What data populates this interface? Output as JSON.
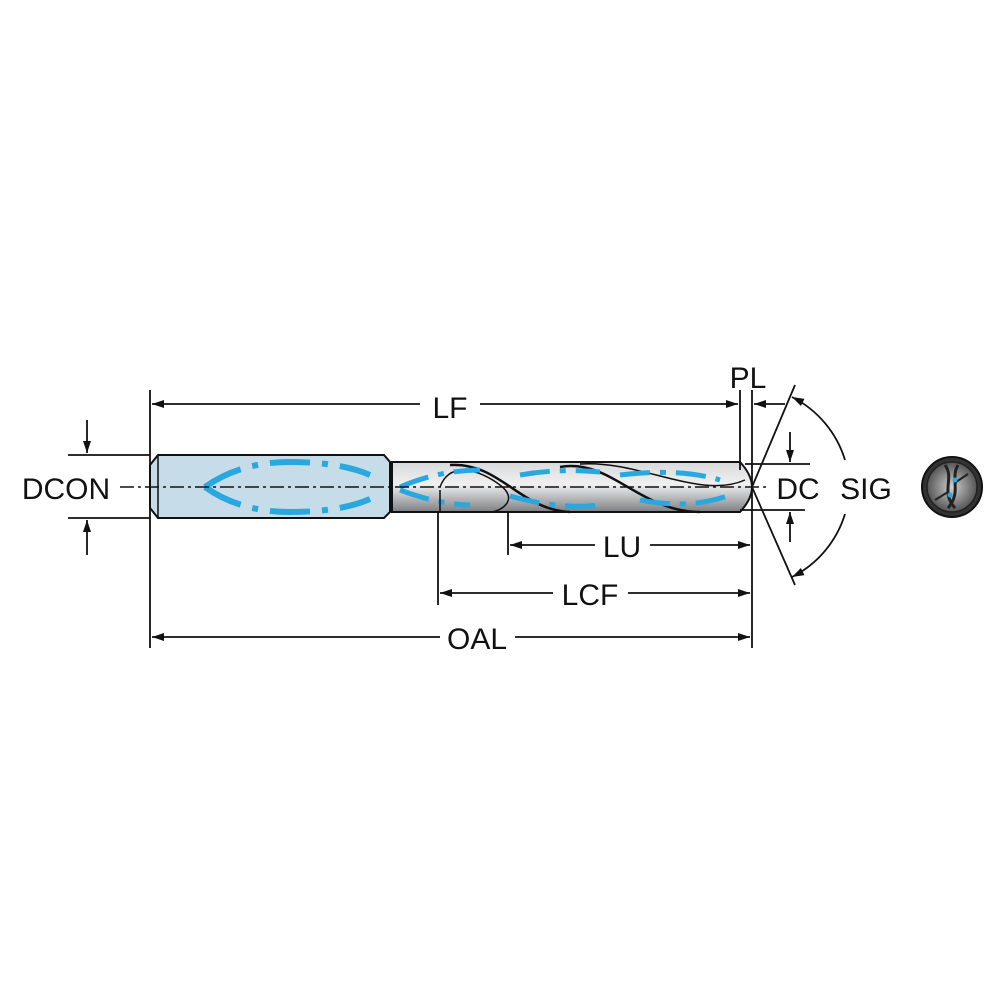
{
  "labels": {
    "lf": "LF",
    "pl": "PL",
    "dcon": "DCON",
    "dc": "DC",
    "sig": "SIG",
    "lu": "LU",
    "lcf": "LCF",
    "oal": "OAL"
  },
  "colors": {
    "shank": "#c6dce8",
    "coolant": "#29a8e0",
    "body": "#a9abae",
    "line": "#111111"
  }
}
